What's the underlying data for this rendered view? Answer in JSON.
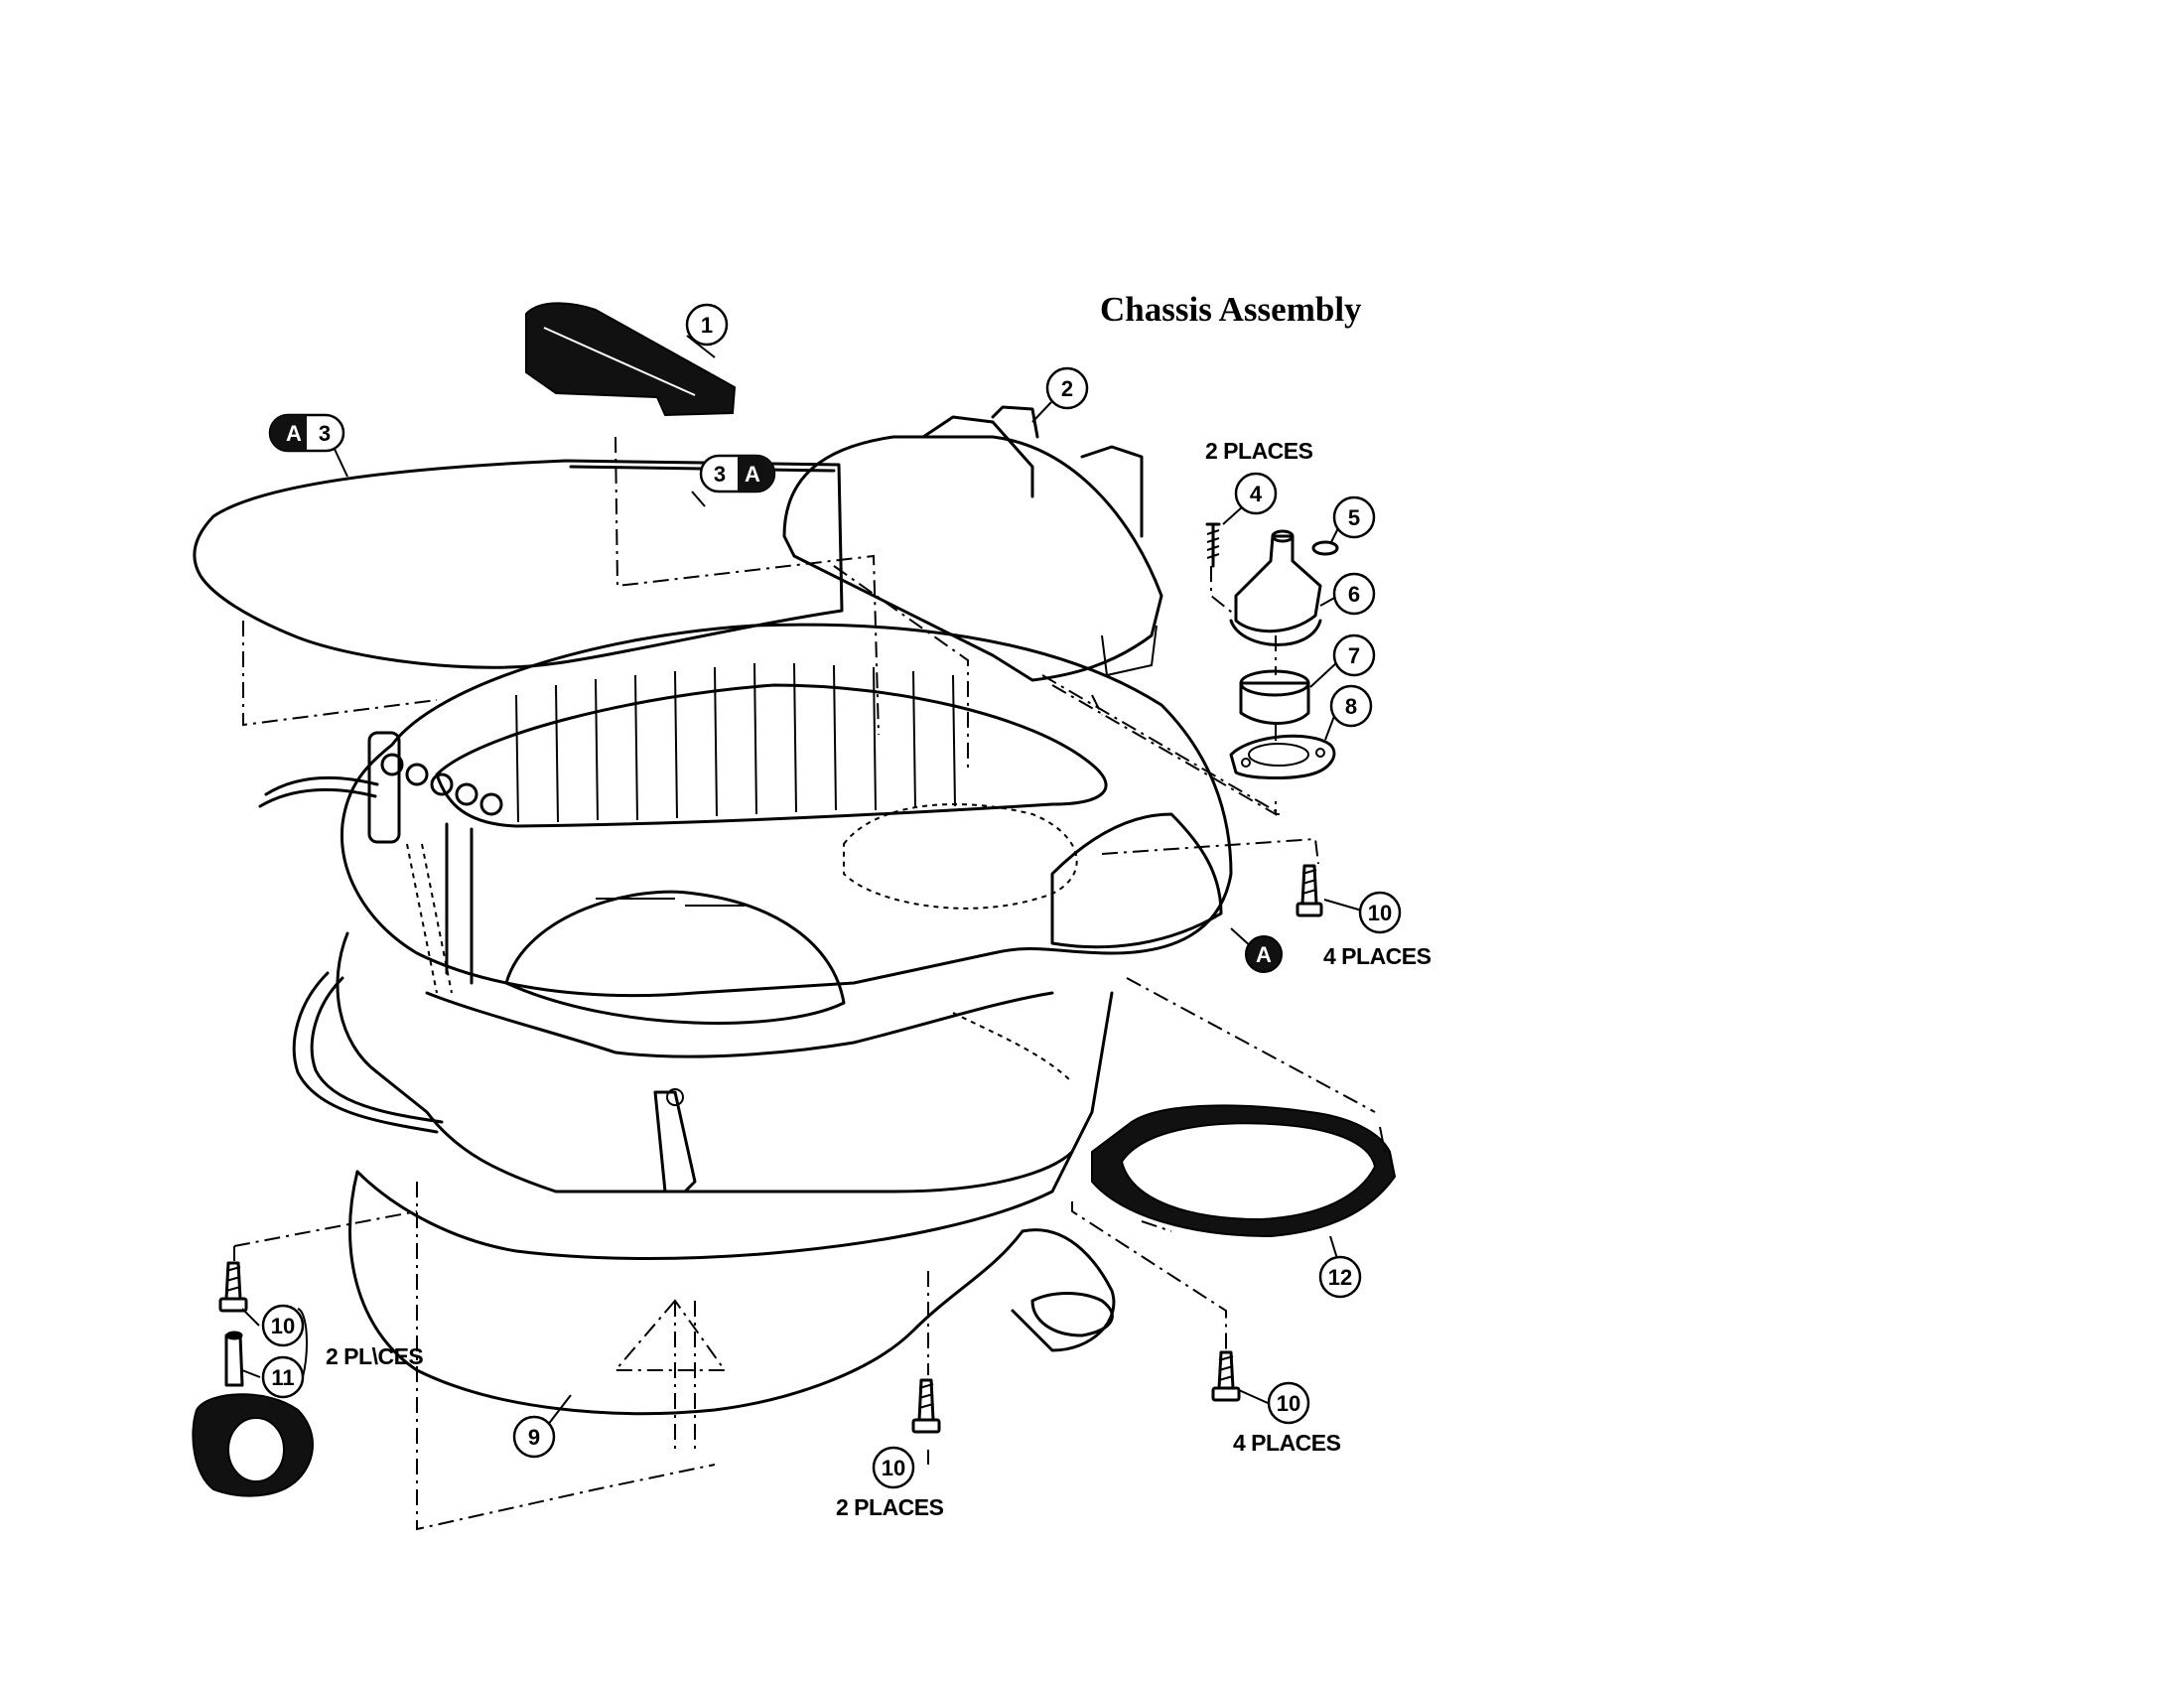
{
  "diagram": {
    "title": "Chassis Assembly",
    "callouts": {
      "c1": "1",
      "c2": "2",
      "c3_left": "3",
      "c3_left_ref": "A",
      "c3_mid": "3",
      "c3_mid_ref": "A",
      "c4": "4",
      "c5": "5",
      "c6": "6",
      "c7": "7",
      "c8": "8",
      "c9": "9",
      "c10_right": "10",
      "c10_left": "10",
      "c10_bottom": "10",
      "c10_lower_right": "10",
      "c11": "11",
      "c12": "12",
      "ref_a": "A"
    },
    "labels": {
      "places_top": "2 PLACES",
      "places_right": "4 PLACES",
      "places_left": "2 PL\\CES",
      "places_bottom": "2 PLACES",
      "places_lower_right": "4 PLACES"
    }
  }
}
